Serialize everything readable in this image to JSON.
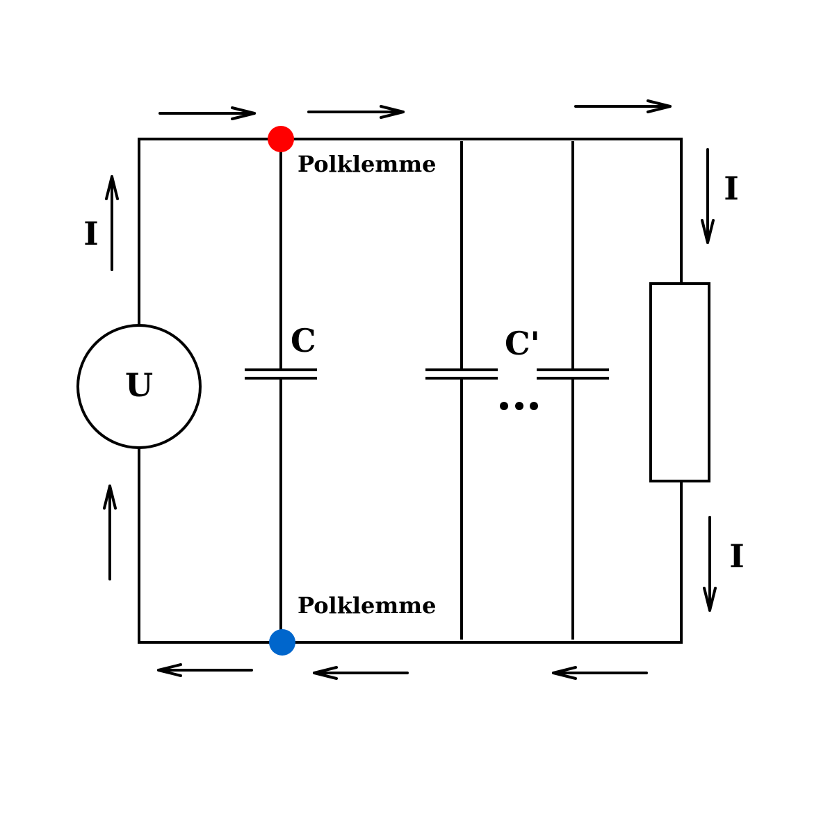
{
  "source": {
    "label": "U"
  },
  "capacitor_main": {
    "label": "C"
  },
  "capacitor_extra": {
    "label": "C'",
    "ellipsis": "•••"
  },
  "terminals": {
    "top": {
      "label": "Polklemme",
      "color": "#ff0000"
    },
    "bottom": {
      "label": "Polklemme",
      "color": "#0066cc"
    }
  },
  "current_labels": {
    "left": "I",
    "right_upper": "I",
    "right_lower": "I"
  }
}
